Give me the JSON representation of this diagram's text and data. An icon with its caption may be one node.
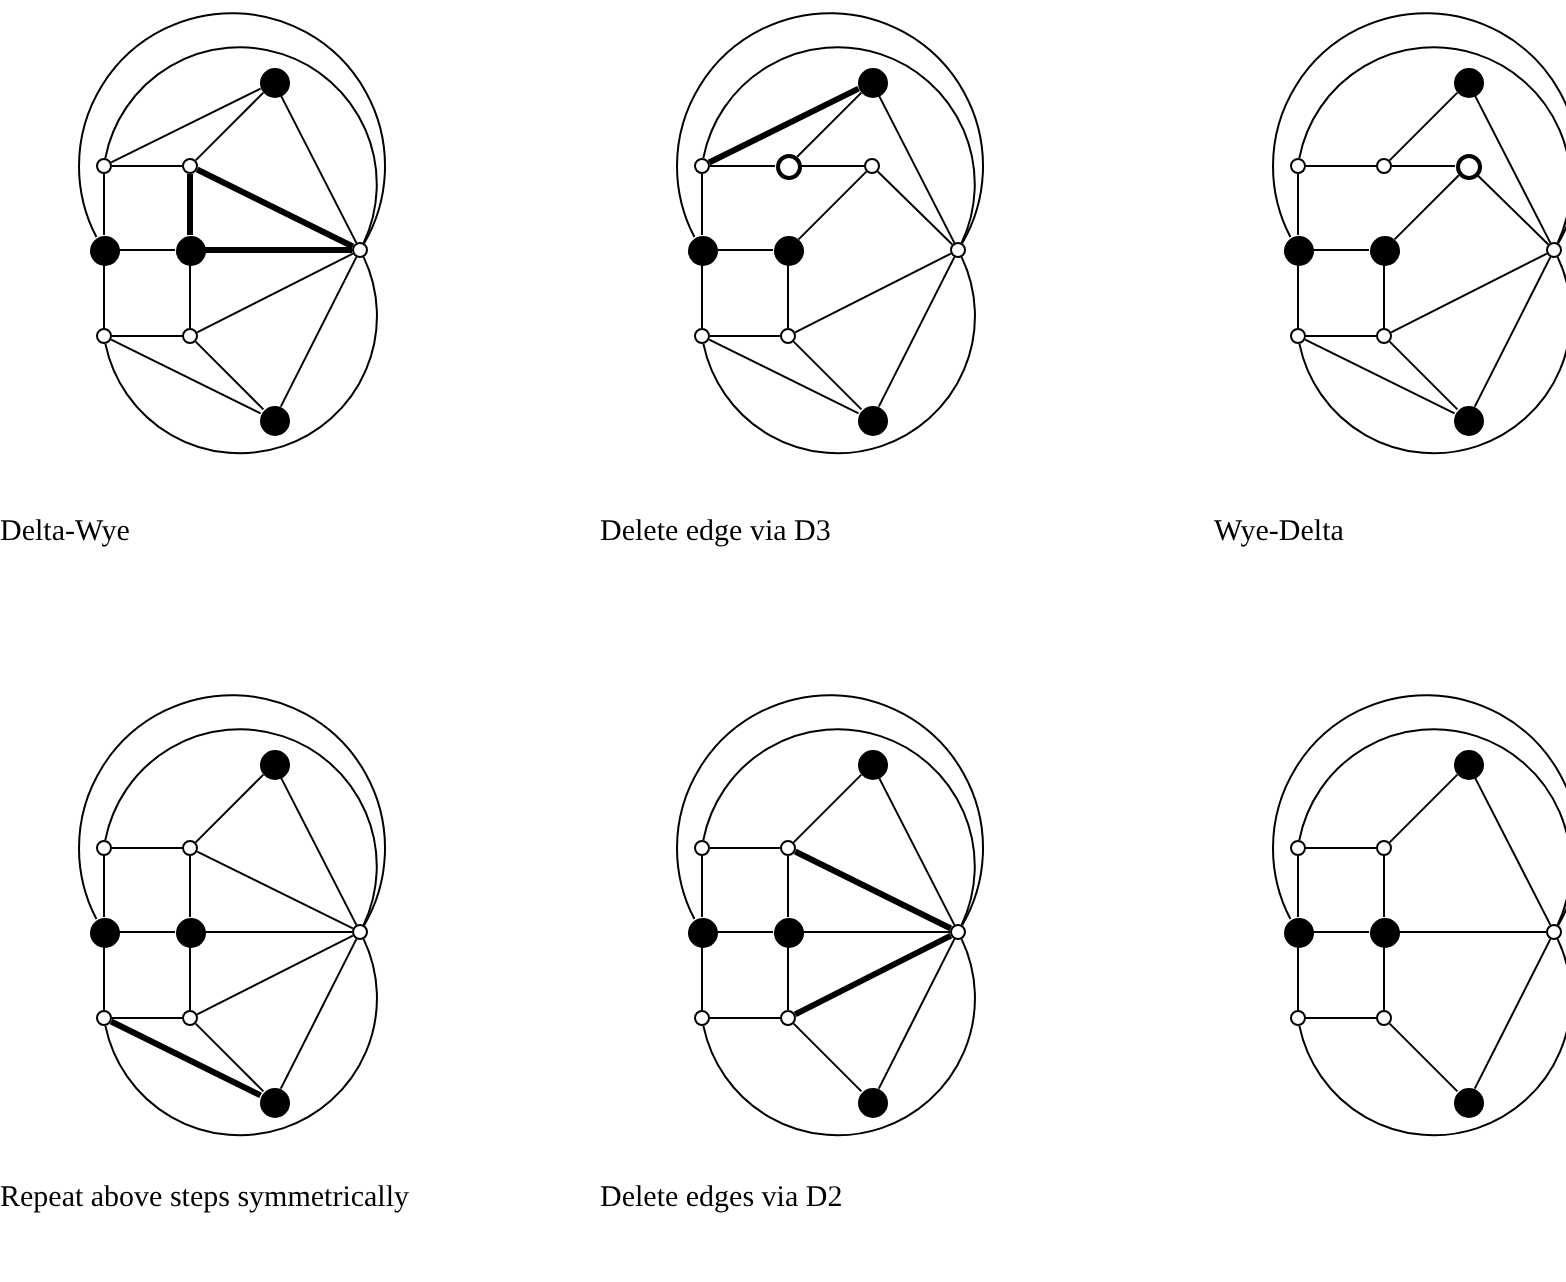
{
  "diagram": {
    "nodes": [
      {
        "text": [],
        "shape": "circle"
      },
      {
        "text": [],
        "shape": "circle"
      },
      {
        "text": [],
        "shape": "circle"
      },
      {
        "text": [],
        "shape": "circle"
      },
      {
        "text": [],
        "shape": "circle"
      },
      {
        "text": [],
        "shape": "circle"
      },
      {
        "text": [],
        "shape": "circle"
      },
      {
        "text": [],
        "shape": "circle"
      },
      {
        "text": [],
        "shape": "circle"
      },
      {
        "text": [],
        "shape": "circle"
      },
      {
        "text": [],
        "shape": "circle"
      },
      {
        "text": [],
        "shape": "circle"
      },
      {
        "text": [],
        "shape": "circle"
      },
      {
        "text": [],
        "shape": "circle"
      },
      {
        "text": [],
        "shape": "circle"
      },
      {
        "text": [],
        "shape": "circle"
      },
      {
        "text": [],
        "shape": "circle"
      },
      {
        "text": [],
        "shape": "circle"
      },
      {
        "text": [],
        "shape": "circle"
      },
      {
        "text": [],
        "shape": "circle"
      },
      {
        "text": [],
        "shape": "circle"
      },
      {
        "text": [],
        "shape": "circle"
      },
      {
        "text": [],
        "shape": "circle"
      },
      {
        "text": [],
        "shape": "circle"
      },
      {
        "text": [],
        "shape": "circle"
      },
      {
        "text": [],
        "shape": "circle"
      },
      {
        "text": [],
        "shape": "circle"
      },
      {
        "text": [],
        "shape": "circle"
      },
      {
        "text": [],
        "shape": "circle"
      },
      {
        "text": [],
        "shape": "circle"
      },
      {
        "text": [],
        "shape": "circle"
      },
      {
        "text": [],
        "shape": "circle"
      },
      {
        "text": [],
        "shape": "circle"
      },
      {
        "text": [],
        "shape": "circle"
      },
      {
        "text": [],
        "shape": "circle"
      },
      {
        "text": [],
        "shape": "circle"
      },
      {
        "text": [],
        "shape": "circle"
      },
      {
        "text": [],
        "shape": "circle"
      },
      {
        "text": [],
        "shape": "circle"
      },
      {
        "text": [],
        "shape": "circle"
      },
      {
        "text": [],
        "shape": "circle"
      },
      {
        "text": [],
        "shape": "circle"
      },
      {
        "text": [],
        "shape": "circle"
      },
      {
        "text": [],
        "shape": "circle"
      },
      {
        "text": [],
        "shape": "circle"
      },
      {
        "text": [],
        "shape": "circle"
      },
      {
        "text": [],
        "shape": "circle"
      },
      {
        "text": [],
        "shape": "circle"
      },
      {
        "text": [],
        "shape": "circle"
      },
      {
        "text": [],
        "shape": "circle"
      },
      {
        "text": [],
        "shape": "circle"
      },
      {
        "text": [],
        "shape": "circle"
      },
      {
        "text": [],
        "shape": "circle"
      },
      {
        "text": [],
        "shape": "circle"
      },
      {
        "text": [],
        "shape": "circle"
      },
      {
        "text": [],
        "shape": "circle"
      }
    ],
    "edges": [
      {
        "from": 1,
        "to": 0,
        "arrow": "none"
      },
      {
        "from": 2,
        "to": 0,
        "arrow": "none"
      },
      {
        "from": 0,
        "to": 5,
        "arrow": "none"
      },
      {
        "from": 1,
        "to": 2,
        "arrow": "none"
      },
      {
        "from": 2,
        "to": 5,
        "arrow": "none",
        "style": "thick"
      },
      {
        "from": 2,
        "to": 4,
        "arrow": "none",
        "style": "thick"
      },
      {
        "from": 1,
        "to": 3,
        "arrow": "none"
      },
      {
        "from": 3,
        "to": 4,
        "arrow": "none"
      },
      {
        "from": 4,
        "to": 5,
        "arrow": "none",
        "style": "thick"
      },
      {
        "from": 3,
        "to": 6,
        "arrow": "none"
      },
      {
        "from": 4,
        "to": 7,
        "arrow": "none"
      },
      {
        "from": 6,
        "to": 7,
        "arrow": "none"
      },
      {
        "from": 7,
        "to": 5,
        "arrow": "none"
      },
      {
        "from": 6,
        "to": 8,
        "arrow": "none"
      },
      {
        "from": 7,
        "to": 8,
        "arrow": "none"
      },
      {
        "from": 8,
        "to": 5,
        "arrow": "none"
      },
      {
        "from": 3,
        "to": 5,
        "arrow": "none"
      },
      {
        "from": 1,
        "to": 5,
        "arrow": "none"
      },
      {
        "from": 6,
        "to": 5,
        "arrow": "none"
      },
      {
        "from": 10,
        "to": 9,
        "arrow": "none",
        "style": "thick"
      },
      {
        "from": 11,
        "to": 9,
        "arrow": "none"
      },
      {
        "from": 9,
        "to": 15,
        "arrow": "none"
      },
      {
        "from": 10,
        "to": 11,
        "arrow": "none"
      },
      {
        "from": 11,
        "to": 12,
        "arrow": "none"
      },
      {
        "from": 12,
        "to": 15,
        "arrow": "none"
      },
      {
        "from": 14,
        "to": 12,
        "arrow": "none"
      },
      {
        "from": 10,
        "to": 13,
        "arrow": "none"
      },
      {
        "from": 13,
        "to": 14,
        "arrow": "none"
      },
      {
        "from": 13,
        "to": 16,
        "arrow": "none"
      },
      {
        "from": 14,
        "to": 17,
        "arrow": "none"
      },
      {
        "from": 16,
        "to": 17,
        "arrow": "none"
      },
      {
        "from": 17,
        "to": 15,
        "arrow": "none"
      },
      {
        "from": 16,
        "to": 18,
        "arrow": "none"
      },
      {
        "from": 17,
        "to": 18,
        "arrow": "none"
      },
      {
        "from": 18,
        "to": 15,
        "arrow": "none"
      },
      {
        "from": 13,
        "to": 15,
        "arrow": "none"
      },
      {
        "from": 10,
        "to": 15,
        "arrow": "none"
      },
      {
        "from": 16,
        "to": 15,
        "arrow": "none"
      },
      {
        "from": 21,
        "to": 19,
        "arrow": "none"
      },
      {
        "from": 19,
        "to": 25,
        "arrow": "none"
      },
      {
        "from": 20,
        "to": 21,
        "arrow": "none"
      },
      {
        "from": 21,
        "to": 22,
        "arrow": "none"
      },
      {
        "from": 22,
        "to": 25,
        "arrow": "none"
      },
      {
        "from": 24,
        "to": 22,
        "arrow": "none"
      },
      {
        "from": 20,
        "to": 23,
        "arrow": "none"
      },
      {
        "from": 23,
        "to": 24,
        "arrow": "none"
      },
      {
        "from": 23,
        "to": 26,
        "arrow": "none"
      },
      {
        "from": 24,
        "to": 27,
        "arrow": "none"
      },
      {
        "from": 26,
        "to": 27,
        "arrow": "none"
      },
      {
        "from": 27,
        "to": 25,
        "arrow": "none"
      },
      {
        "from": 26,
        "to": 28,
        "arrow": "none"
      },
      {
        "from": 27,
        "to": 28,
        "arrow": "none"
      },
      {
        "from": 28,
        "to": 25,
        "arrow": "none"
      },
      {
        "from": 23,
        "to": 25,
        "arrow": "none"
      },
      {
        "from": 20,
        "to": 25,
        "arrow": "none"
      },
      {
        "from": 26,
        "to": 25,
        "arrow": "none"
      },
      {
        "from": 31,
        "to": 29,
        "arrow": "none"
      },
      {
        "from": 29,
        "to": 34,
        "arrow": "none"
      },
      {
        "from": 30,
        "to": 31,
        "arrow": "none"
      },
      {
        "from": 31,
        "to": 34,
        "arrow": "none"
      },
      {
        "from": 30,
        "to": 32,
        "arrow": "none"
      },
      {
        "from": 31,
        "to": 33,
        "arrow": "none"
      },
      {
        "from": 32,
        "to": 33,
        "arrow": "none"
      },
      {
        "from": 33,
        "to": 34,
        "arrow": "none"
      },
      {
        "from": 32,
        "to": 35,
        "arrow": "none"
      },
      {
        "from": 33,
        "to": 36,
        "arrow": "none"
      },
      {
        "from": 35,
        "to": 36,
        "arrow": "none"
      },
      {
        "from": 36,
        "to": 34,
        "arrow": "none"
      },
      {
        "from": 35,
        "to": 37,
        "arrow": "none",
        "style": "thick"
      },
      {
        "from": 36,
        "to": 37,
        "arrow": "none"
      },
      {
        "from": 37,
        "to": 34,
        "arrow": "none"
      },
      {
        "from": 32,
        "to": 34,
        "arrow": "none"
      },
      {
        "from": 30,
        "to": 34,
        "arrow": "none"
      },
      {
        "from": 35,
        "to": 34,
        "arrow": "none"
      },
      {
        "from": 40,
        "to": 38,
        "arrow": "none"
      },
      {
        "from": 38,
        "to": 43,
        "arrow": "none"
      },
      {
        "from": 39,
        "to": 40,
        "arrow": "none"
      },
      {
        "from": 40,
        "to": 43,
        "arrow": "none",
        "style": "thick"
      },
      {
        "from": 39,
        "to": 41,
        "arrow": "none"
      },
      {
        "from": 40,
        "to": 42,
        "arrow": "none"
      },
      {
        "from": 41,
        "to": 42,
        "arrow": "none"
      },
      {
        "from": 42,
        "to": 43,
        "arrow": "none"
      },
      {
        "from": 41,
        "to": 44,
        "arrow": "none"
      },
      {
        "from": 42,
        "to": 45,
        "arrow": "none"
      },
      {
        "from": 44,
        "to": 45,
        "arrow": "none"
      },
      {
        "from": 45,
        "to": 43,
        "arrow": "none",
        "style": "thick"
      },
      {
        "from": 45,
        "to": 46,
        "arrow": "none"
      },
      {
        "from": 46,
        "to": 43,
        "arrow": "none"
      },
      {
        "from": 41,
        "to": 43,
        "arrow": "none"
      },
      {
        "from": 39,
        "to": 43,
        "arrow": "none"
      },
      {
        "from": 44,
        "to": 43,
        "arrow": "none"
      },
      {
        "from": 49,
        "to": 47,
        "arrow": "none"
      },
      {
        "from": 47,
        "to": 52,
        "arrow": "none"
      },
      {
        "from": 48,
        "to": 49,
        "arrow": "none"
      },
      {
        "from": 48,
        "to": 50,
        "arrow": "none"
      },
      {
        "from": 49,
        "to": 51,
        "arrow": "none"
      },
      {
        "from": 50,
        "to": 51,
        "arrow": "none"
      },
      {
        "from": 51,
        "to": 52,
        "arrow": "none"
      },
      {
        "from": 50,
        "to": 53,
        "arrow": "none"
      },
      {
        "from": 51,
        "to": 54,
        "arrow": "none"
      },
      {
        "from": 53,
        "to": 54,
        "arrow": "none"
      },
      {
        "from": 54,
        "to": 55,
        "arrow": "none"
      },
      {
        "from": 55,
        "to": 52,
        "arrow": "none"
      },
      {
        "from": 50,
        "to": 52,
        "arrow": "none"
      },
      {
        "from": 48,
        "to": 52,
        "arrow": "none"
      },
      {
        "from": 53,
        "to": 52,
        "arrow": "none"
      }
    ],
    "labels": [
      "Delta-Wye",
      "Delete edge via D3",
      "Wye-Delta",
      "Repeat above steps symmetrically",
      "Delete edges via D2"
    ]
  }
}
